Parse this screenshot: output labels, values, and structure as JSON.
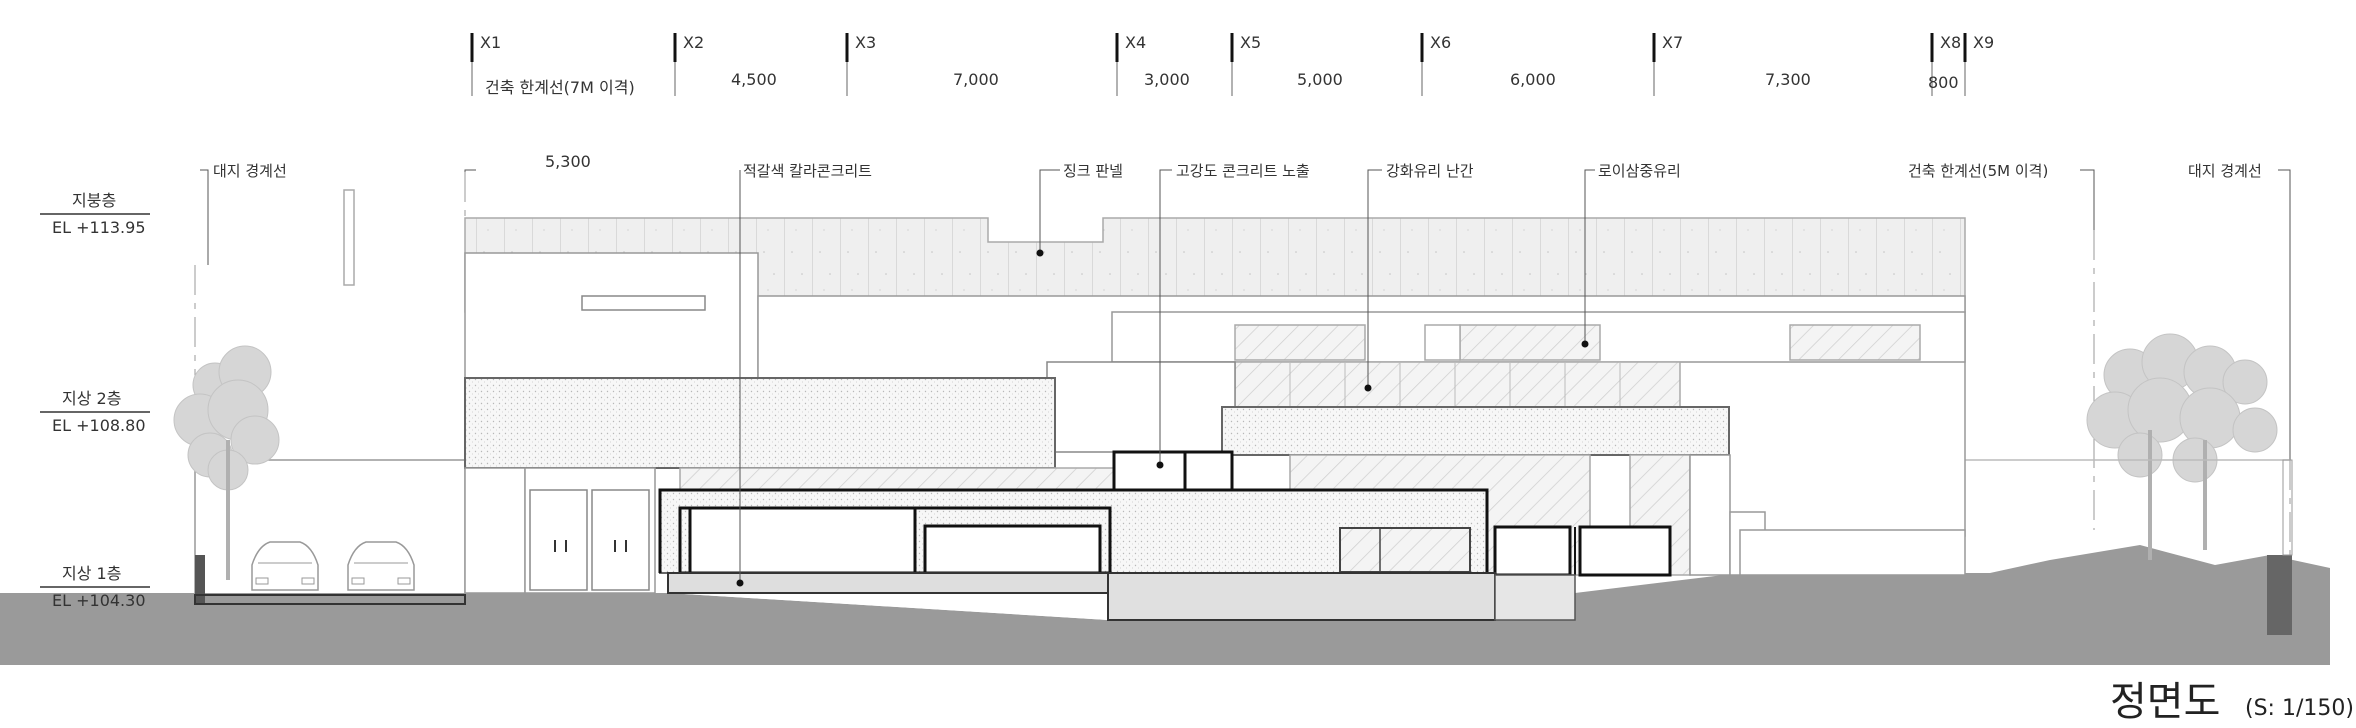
{
  "grid_marks": [
    {
      "label": "X1"
    },
    {
      "label": "X2"
    },
    {
      "label": "X3"
    },
    {
      "label": "X4"
    },
    {
      "label": "X5"
    },
    {
      "label": "X6"
    },
    {
      "label": "X7"
    },
    {
      "label": "X8"
    },
    {
      "label": "X9"
    }
  ],
  "dimensions": [
    {
      "text": "건축 한계선(7M 이격)"
    },
    {
      "text": "4,500"
    },
    {
      "text": "7,000"
    },
    {
      "text": "3,000"
    },
    {
      "text": "5,000"
    },
    {
      "text": "6,000"
    },
    {
      "text": "7,300"
    },
    {
      "text": "800"
    },
    {
      "text": "5,300"
    }
  ],
  "levels": [
    {
      "name": "지붕층",
      "el": "EL +113.95"
    },
    {
      "name": "지상 2층",
      "el": "EL +108.80"
    },
    {
      "name": "지상 1층",
      "el": "EL +104.30"
    }
  ],
  "annotations": {
    "site_boundary_left": "대지 경계선",
    "site_boundary_right": "대지 경계선",
    "red_brown_concrete": "적갈색 칼라콘크리트",
    "zinc_panel": "징크 판넬",
    "exposed_concrete": "고강도 콘크리트 노출",
    "glass_railing": "강화유리 난간",
    "low_e_glass": "로이삼중유리",
    "building_line_right": "건축 한계선(5M 이격)"
  },
  "title": {
    "main": "정면도",
    "scale": "(S: 1/150)"
  }
}
